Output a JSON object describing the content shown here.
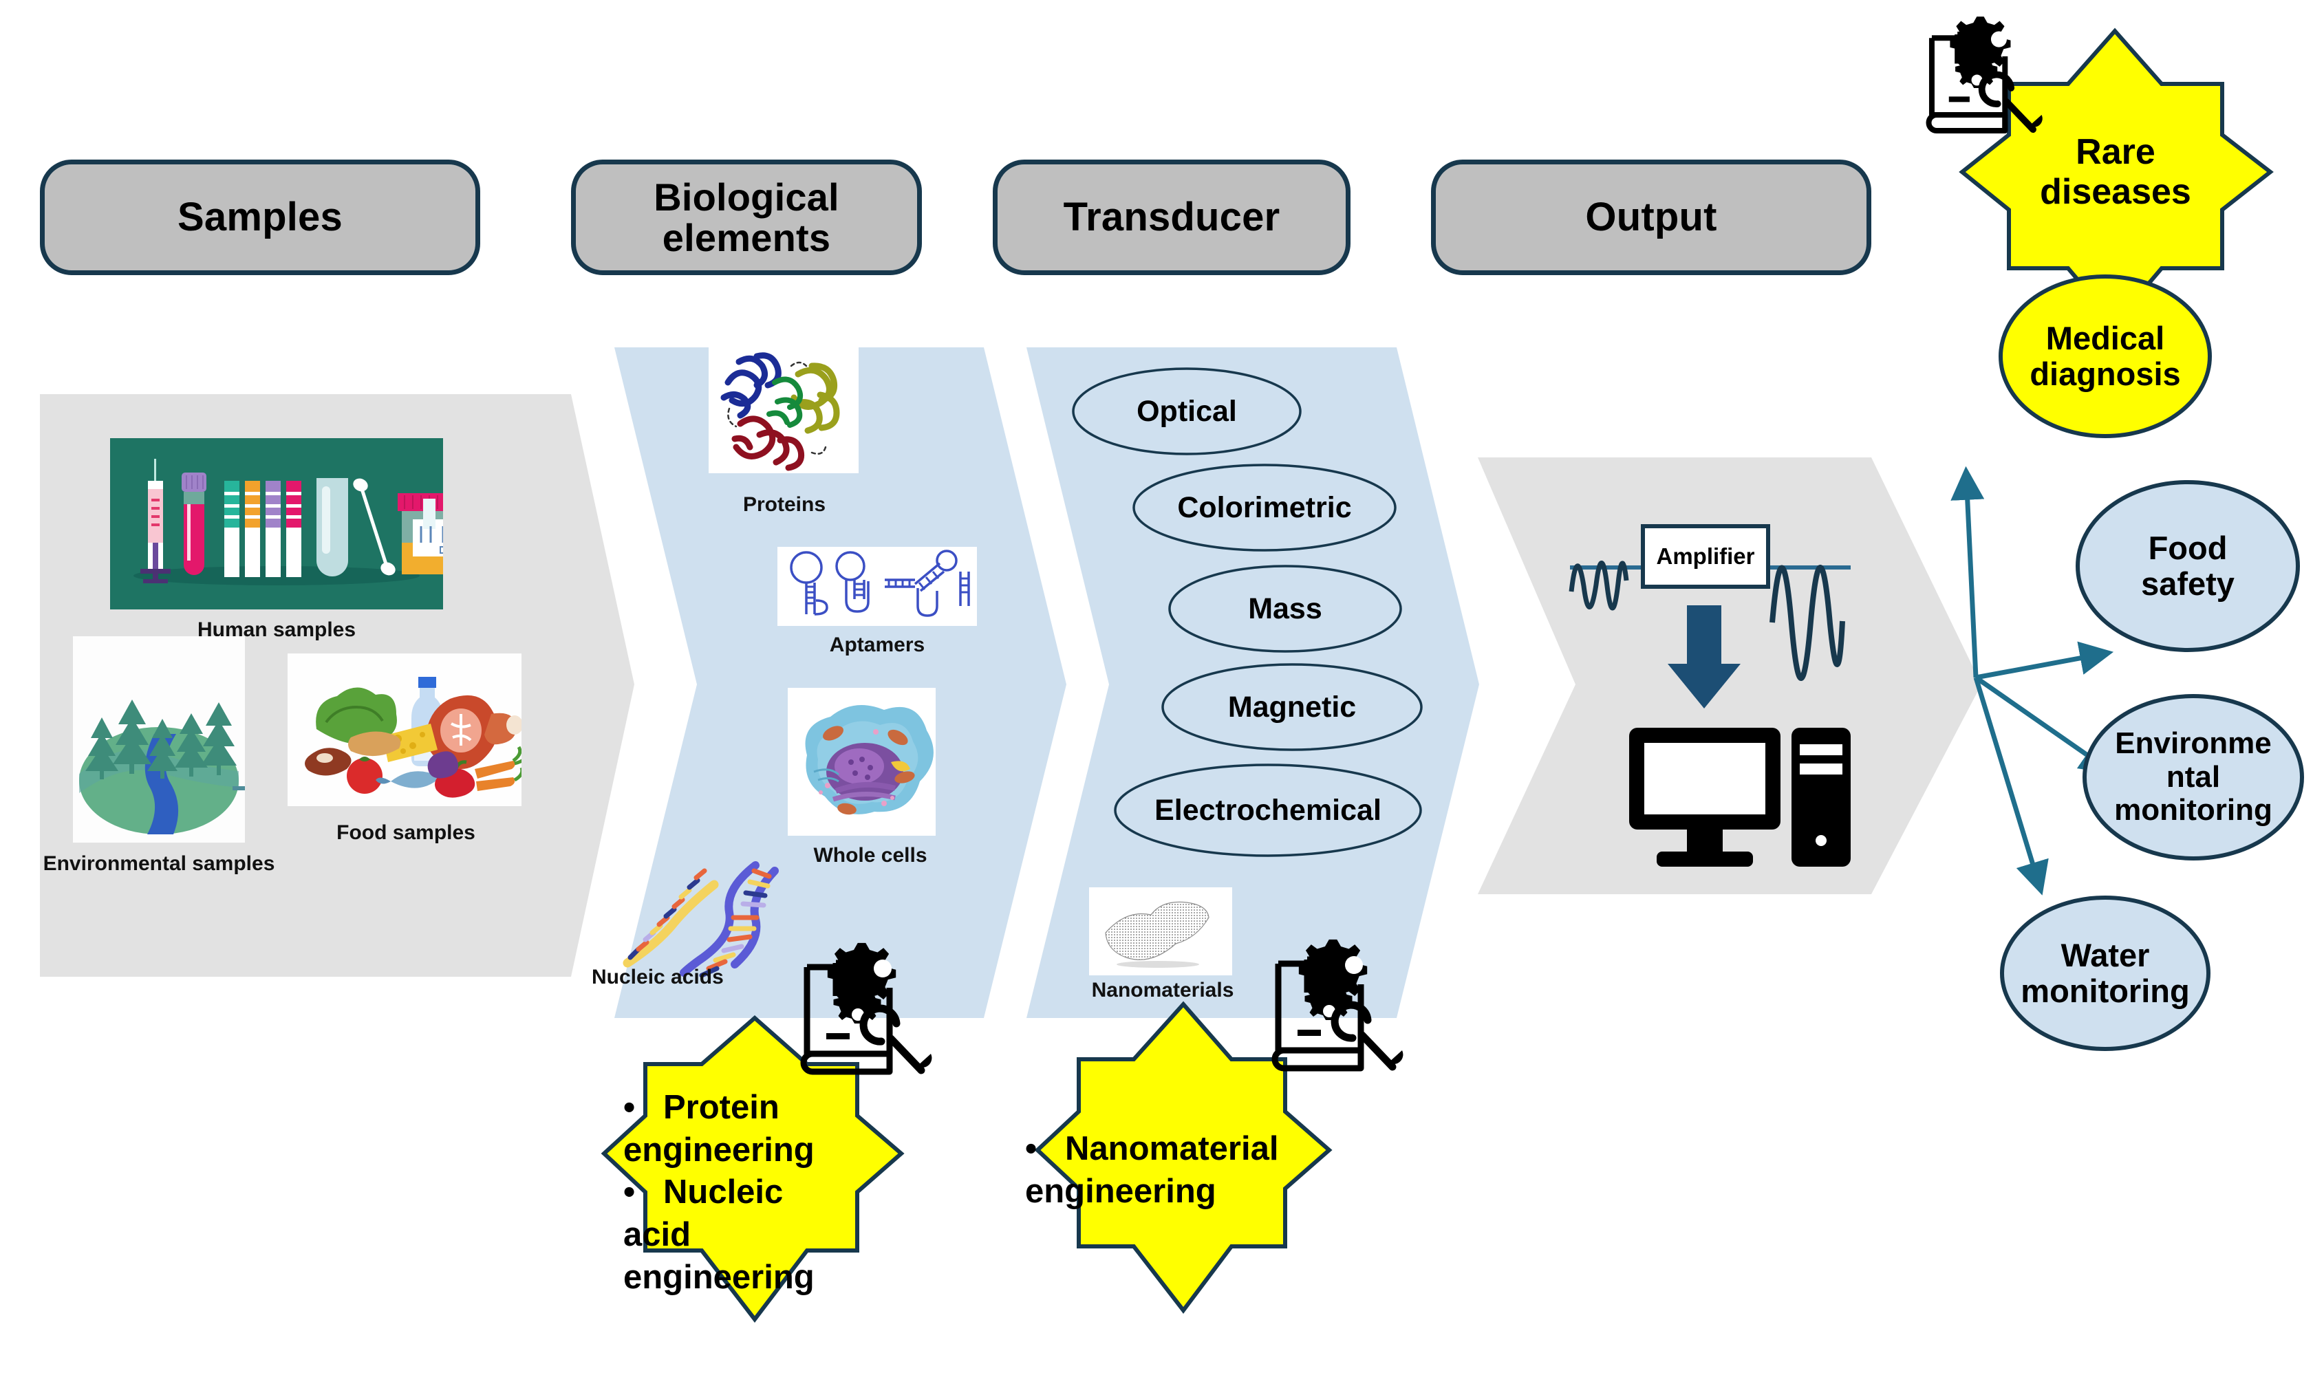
{
  "title": "Biosensor workflow schematic",
  "stages": [
    {
      "id": "samples",
      "label": "Samples"
    },
    {
      "id": "bioelem",
      "label": "Biological elements"
    },
    {
      "id": "transducer",
      "label": "Transducer"
    },
    {
      "id": "output",
      "label": "Output"
    }
  ],
  "samples": {
    "items": [
      {
        "label": "Human samples",
        "icon": "human-samples-image"
      },
      {
        "label": "Environmental samples",
        "icon": "environmental-samples-image"
      },
      {
        "label": "Food  samples",
        "icon": "food-samples-image"
      }
    ]
  },
  "biological_elements": {
    "items": [
      {
        "label": "Proteins",
        "icon": "protein-structure-image"
      },
      {
        "label": "Aptamers",
        "icon": "aptamer-structures-image"
      },
      {
        "label": "Whole cells",
        "icon": "animal-cell-image"
      },
      {
        "label": "Nucleic acids",
        "icon": "dna-helix-image"
      }
    ]
  },
  "transducer": {
    "modalities": [
      "Optical",
      "Colorimetric",
      "Mass",
      "Magnetic",
      "Electrochemical"
    ],
    "material": {
      "label": "Nanomaterials",
      "icon": "graphene-sheet-image"
    }
  },
  "output": {
    "amplifier_label": "Amplifier",
    "signal_in": "low-amplitude-waveform",
    "signal_out": "high-amplitude-waveform",
    "arrow": "down-arrow",
    "device": "desktop-computer-icon"
  },
  "engineering_callouts": [
    {
      "id": "bio-engineering",
      "bullets": [
        "Protein engineering",
        "Nucleic acid engineering"
      ],
      "icon": "engineering-gears-wrench-icon"
    },
    {
      "id": "nano-engineering",
      "bullets": [
        "Nanomaterial engineering"
      ],
      "icon": "engineering-gears-wrench-icon"
    }
  ],
  "applications": {
    "highlight": {
      "label": "Rare diseases",
      "shape": "star",
      "color": "#FFFF00",
      "icon": "engineering-gears-wrench-icon"
    },
    "bubbles": [
      {
        "label": "Medical diagnosis",
        "color": "#FFFF00"
      },
      {
        "label": "Food safety",
        "color": "#CFE0EF"
      },
      {
        "label": "Environme ntal monitoring",
        "color": "#CFE0EF"
      },
      {
        "label": "Water monitoring",
        "color": "#CFE0EF"
      }
    ]
  },
  "colors": {
    "header_fill": "#BFBFBF",
    "header_stroke": "#17384D",
    "grey_chevron": "#E2E2E2",
    "blue_chevron": "#CFE0EF",
    "bubble_blue": "#CFE0EF",
    "accent_yellow": "#FFFF00",
    "arrow_teal": "#1F6E8C",
    "navy": "#17384D"
  }
}
